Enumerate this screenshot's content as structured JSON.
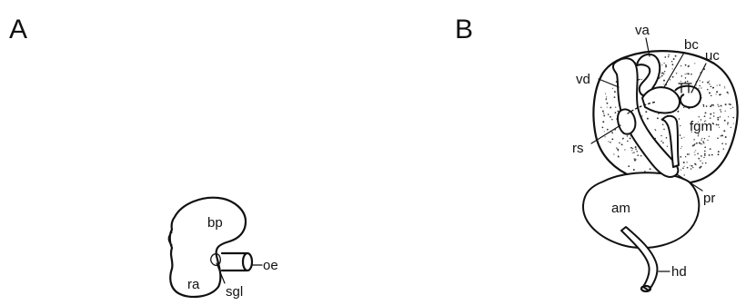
{
  "panel_a": {
    "letter": "A",
    "labels": {
      "bp": "bp",
      "oe": "oe",
      "ra": "ra",
      "sgl": "sgl"
    }
  },
  "panel_b": {
    "letter": "B",
    "labels": {
      "va": "va",
      "bc": "bc",
      "uc": "uc",
      "vd": "vd",
      "fgm": "fgm",
      "rs": "rs",
      "pr": "pr",
      "am": "am",
      "hd": "hd"
    }
  },
  "colors": {
    "ink": "#111111",
    "background": "#ffffff"
  }
}
